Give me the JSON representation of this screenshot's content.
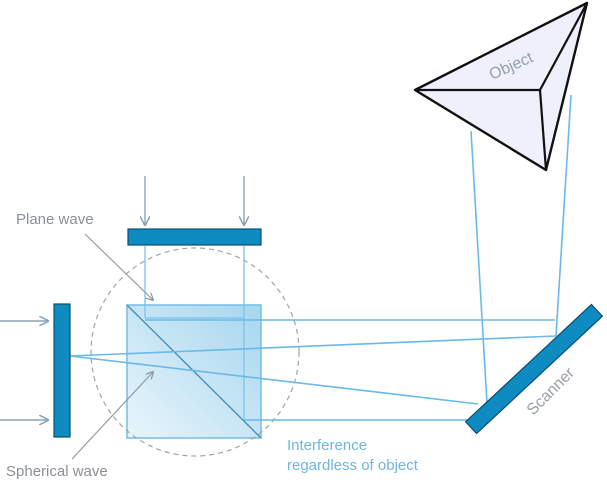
{
  "labels": {
    "plane_wave": "Plane wave",
    "spherical_wave": "Spherical wave",
    "interference_line1": "Interference",
    "interference_line2": "regardless of object",
    "object": "Object",
    "scanner": "Scanner"
  },
  "icons": {
    "arrow_head": "arrowhead"
  },
  "colors": {
    "ray": "#6ab9e8",
    "mirror": "#0e8bc1",
    "cube_fill": "#a9d9ef",
    "object_fill": "#eef1fb",
    "label_grey": "#8a9096",
    "label_blue": "#6fb6df"
  }
}
